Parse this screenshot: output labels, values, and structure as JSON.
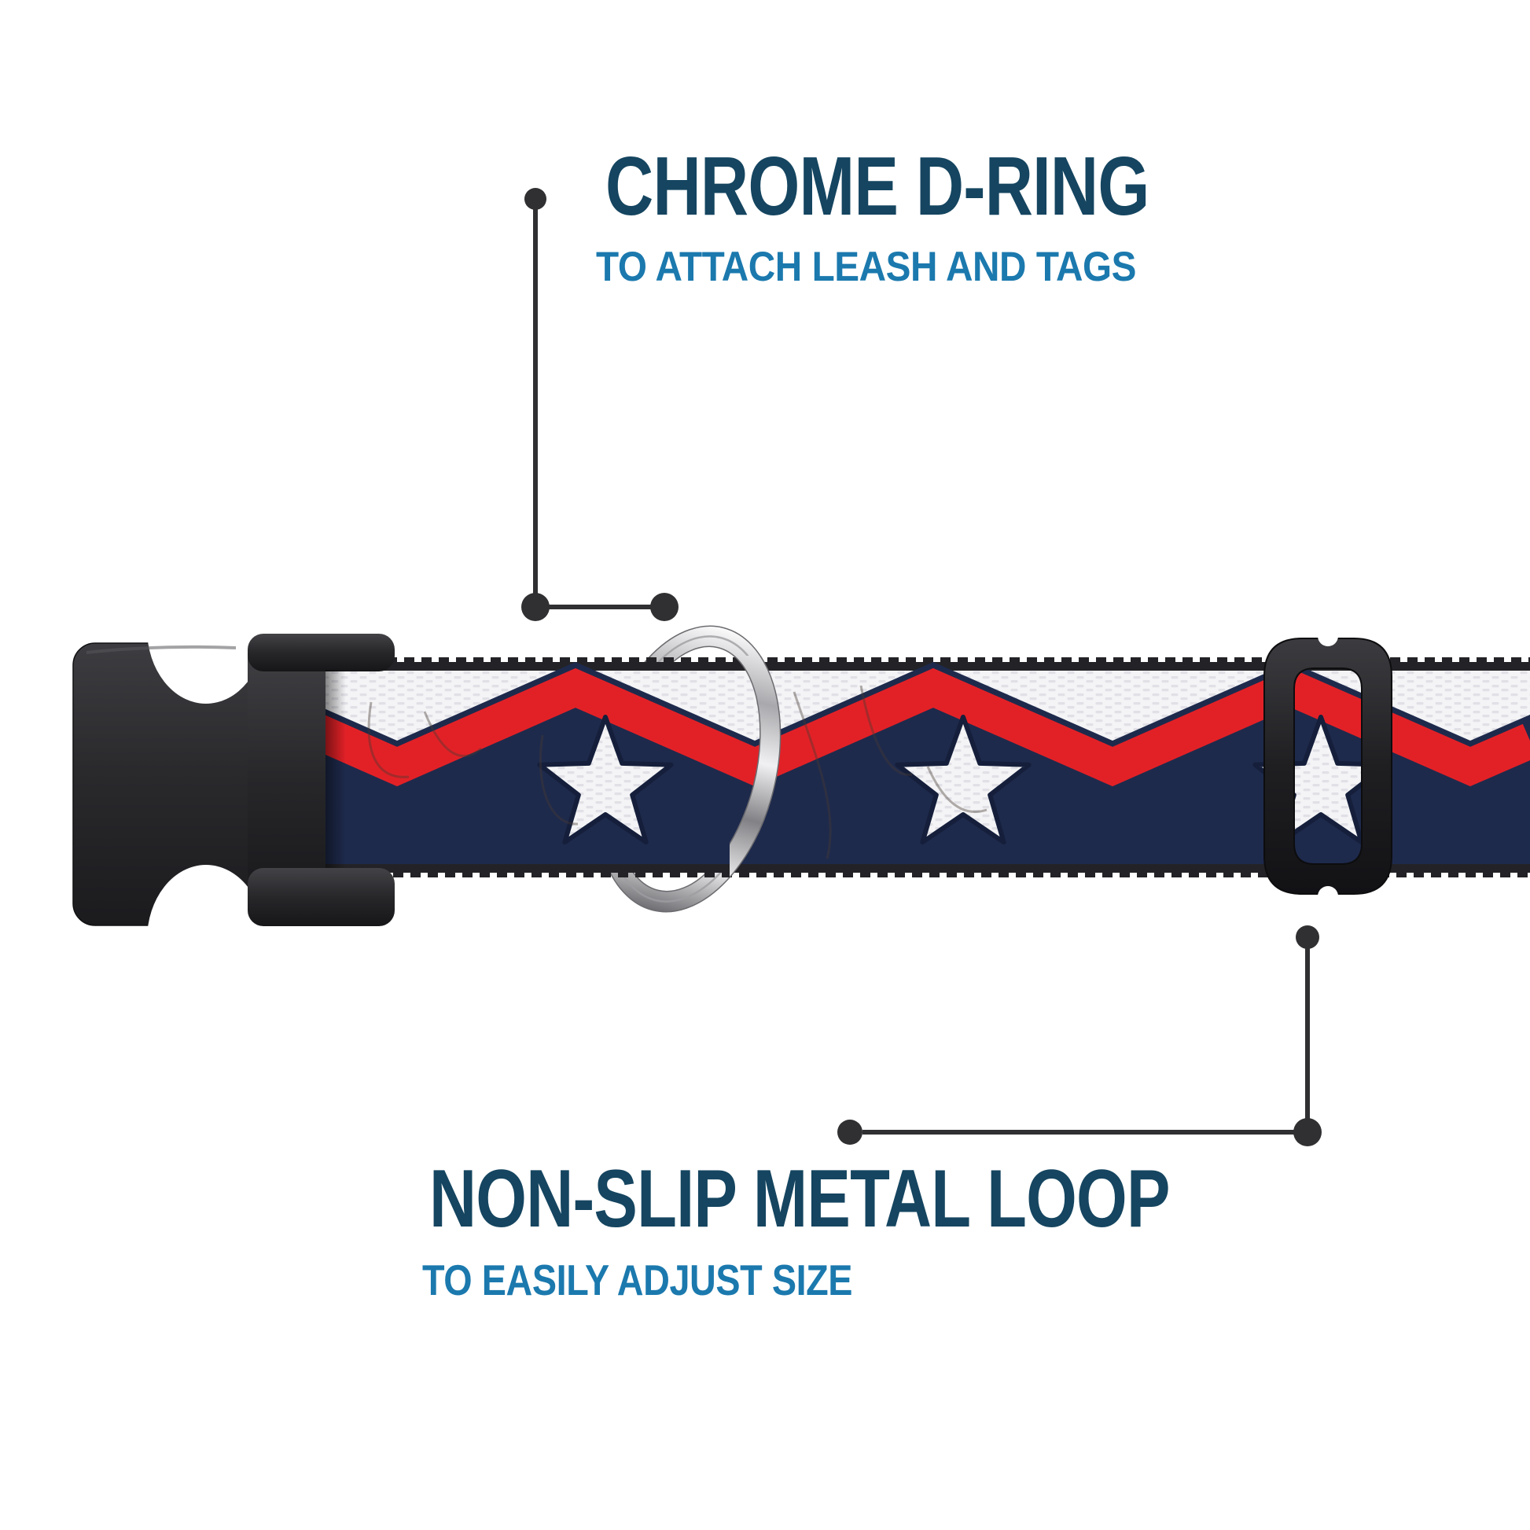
{
  "page": {
    "background": "#ffffff"
  },
  "callouts": {
    "top": {
      "title": "CHROME D-RING",
      "subtitle": "TO ATTACH LEASH AND TAGS"
    },
    "bottom": {
      "title": "NON-SLIP METAL LOOP",
      "subtitle": "TO EASILY ADJUST SIZE"
    }
  },
  "colors": {
    "title_navy": "#154560",
    "subtitle_blue": "#1b79ae",
    "connector": "#303032",
    "collar_navy": "#1e2a4c",
    "collar_red": "#e22127",
    "collar_white": "#f4f4f6",
    "collar_edge": "#232327",
    "buckle_black": "#28282b",
    "chrome_light": "#efeff1",
    "chrome_dark": "#76767a"
  },
  "product": {
    "kind": "adjustable dog collar",
    "webbing_motif": "red chevron zigzag with white stars on navy over white webbing",
    "parts": [
      {
        "name": "side-release-buckle",
        "appearance": "black plastic"
      },
      {
        "name": "d-ring",
        "appearance": "chrome"
      },
      {
        "name": "tri-glide-slider",
        "appearance": "black metal loop"
      }
    ]
  }
}
